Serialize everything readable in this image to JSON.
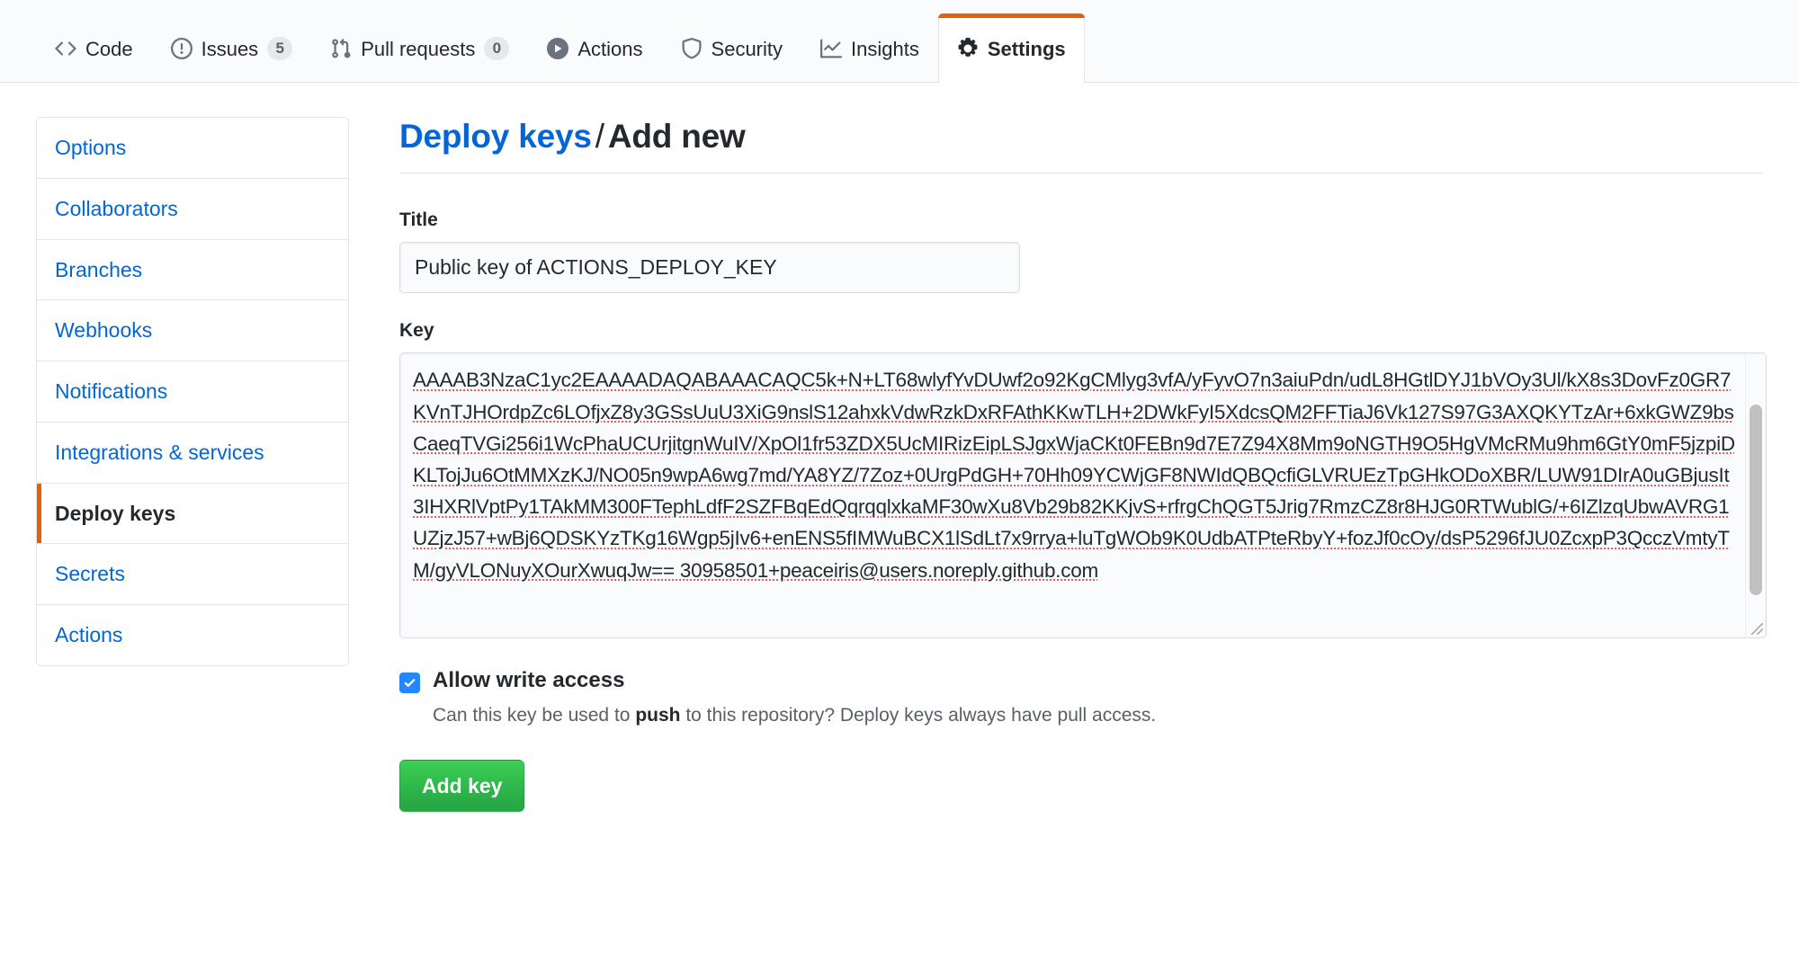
{
  "repo_nav": {
    "tabs": [
      {
        "label": "Code",
        "icon": "code-icon",
        "count": null,
        "selected": false
      },
      {
        "label": "Issues",
        "icon": "issue-opened-icon",
        "count": "5",
        "selected": false
      },
      {
        "label": "Pull requests",
        "icon": "git-pull-request-icon",
        "count": "0",
        "selected": false
      },
      {
        "label": "Actions",
        "icon": "play-icon",
        "count": null,
        "selected": false
      },
      {
        "label": "Security",
        "icon": "shield-icon",
        "count": null,
        "selected": false
      },
      {
        "label": "Insights",
        "icon": "graph-icon",
        "count": null,
        "selected": false
      },
      {
        "label": "Settings",
        "icon": "gear-icon",
        "count": null,
        "selected": true
      }
    ]
  },
  "sidebar": {
    "items": [
      {
        "label": "Options",
        "active": false
      },
      {
        "label": "Collaborators",
        "active": false
      },
      {
        "label": "Branches",
        "active": false
      },
      {
        "label": "Webhooks",
        "active": false
      },
      {
        "label": "Notifications",
        "active": false
      },
      {
        "label": "Integrations & services",
        "active": false
      },
      {
        "label": "Deploy keys",
        "active": true
      },
      {
        "label": "Secrets",
        "active": false
      },
      {
        "label": "Actions",
        "active": false
      }
    ]
  },
  "main": {
    "breadcrumb": {
      "parent": "Deploy keys",
      "separator": "/",
      "current": "Add new"
    },
    "title_field": {
      "label": "Title",
      "value": "Public key of ACTIONS_DEPLOY_KEY",
      "placeholder": ""
    },
    "key_field": {
      "label": "Key",
      "value": "AAAAB3NzaC1yc2EAAAADAQABAAACAQC5k+N+LT68wlyfYvDUwf2o92KgCMlyg3vfA/yFyvO7n3aiuPdn/udL8HGtlDYJ1bVOy3Ul/kX8s3DovFz0GR7KVnTJHOrdpZc6LOfjxZ8y3GSsUuU3XiG9nslS12ahxkVdwRzkDxRFAthKKwTLH+2DWkFyI5XdcsQM2FFTiaJ6Vk127S97G3AXQKYTzAr+6xkGWZ9bsCaeqTVGi256i1WcPhaUCUrjitgnWuIV/XpOl1fr53ZDX5UcMIRizEipLSJgxWjaCKt0FEBn9d7E7Z94X8Mm9oNGTH9O5HgVMcRMu9hm6GtY0mF5jzpiDKLTojJu6OtMMXzKJ/NO05n9wpA6wg7md/YA8YZ/7Zoz+0UrgPdGH+70Hh09YCWjGF8NWIdQBQcfiGLVRUEzTpGHkODoXBR/LUW91DIrA0uGBjusIt3IHXRlVptPy1TAkMM300FTephLdfF2SZFBqEdQqrqqlxkaMF30wXu8Vb29b82KKjvS+rfrgChQGT5Jrig7RmzCZ8r8HJG0RTWublG/+6IZlzqUbwAVRG1UZjzJ57+wBj6QDSKYzTKg16Wgp5jIv6+enENS5fIMWuBCX1lSdLt7x9rrya+luTgWOb9K0UdbATPteRbyY+fozJf0cOy/dsP5296fJU0ZcxpP3QcczVmtyTM/gyVLONuyXOurXwuqJw== 30958501+peaceiris@users.noreply.github.com"
    },
    "allow_write": {
      "checked": true,
      "label": "Allow write access",
      "note_before": "Can this key be used to ",
      "note_bold": "push",
      "note_after": " to this repository? Deploy keys always have pull access."
    },
    "submit_button": {
      "label": "Add key"
    }
  },
  "colors": {
    "accent_orange": "#e36209",
    "link_blue": "#0366d6",
    "button_green": "#28a745",
    "checkbox_blue": "#2188ff",
    "spellcheck_red": "#f05b5b"
  }
}
